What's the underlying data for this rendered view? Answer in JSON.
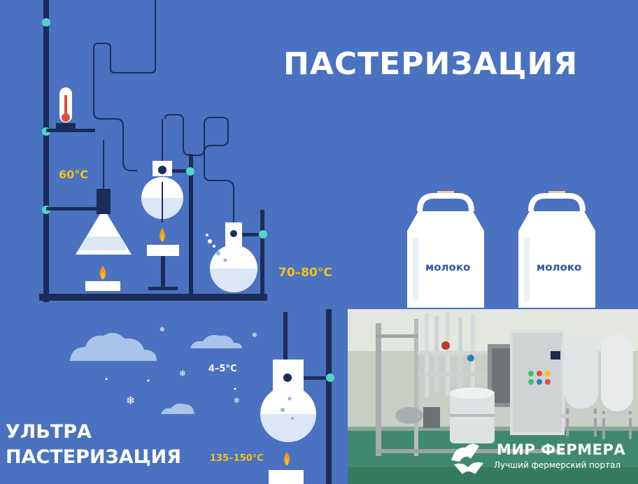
{
  "title": "ПАСТЕРИЗАЦИЯ",
  "ultra": {
    "line1": "УЛЬТРА",
    "line2": "ПАСТЕРИЗАЦИЯ"
  },
  "temperatures": {
    "t1": "60°C",
    "t2": "70–80°C",
    "t3": "4–5°C",
    "t4": "135–150°C"
  },
  "cans": {
    "label1": "молоко",
    "label2": "молоко"
  },
  "brand": {
    "name": "МИР ФЕРМЕРА",
    "tagline": "Лучший фермерский портал"
  },
  "icons": [
    "thermometer-icon",
    "flame-icon",
    "snowflake-icon",
    "cloud-icon",
    "milk-can-icon",
    "brand-logo-icon"
  ],
  "colors": {
    "background": "#4a72c0",
    "frame": "#1a2d5a",
    "accent": "#f2c21b",
    "valve": "#53d6c8"
  }
}
